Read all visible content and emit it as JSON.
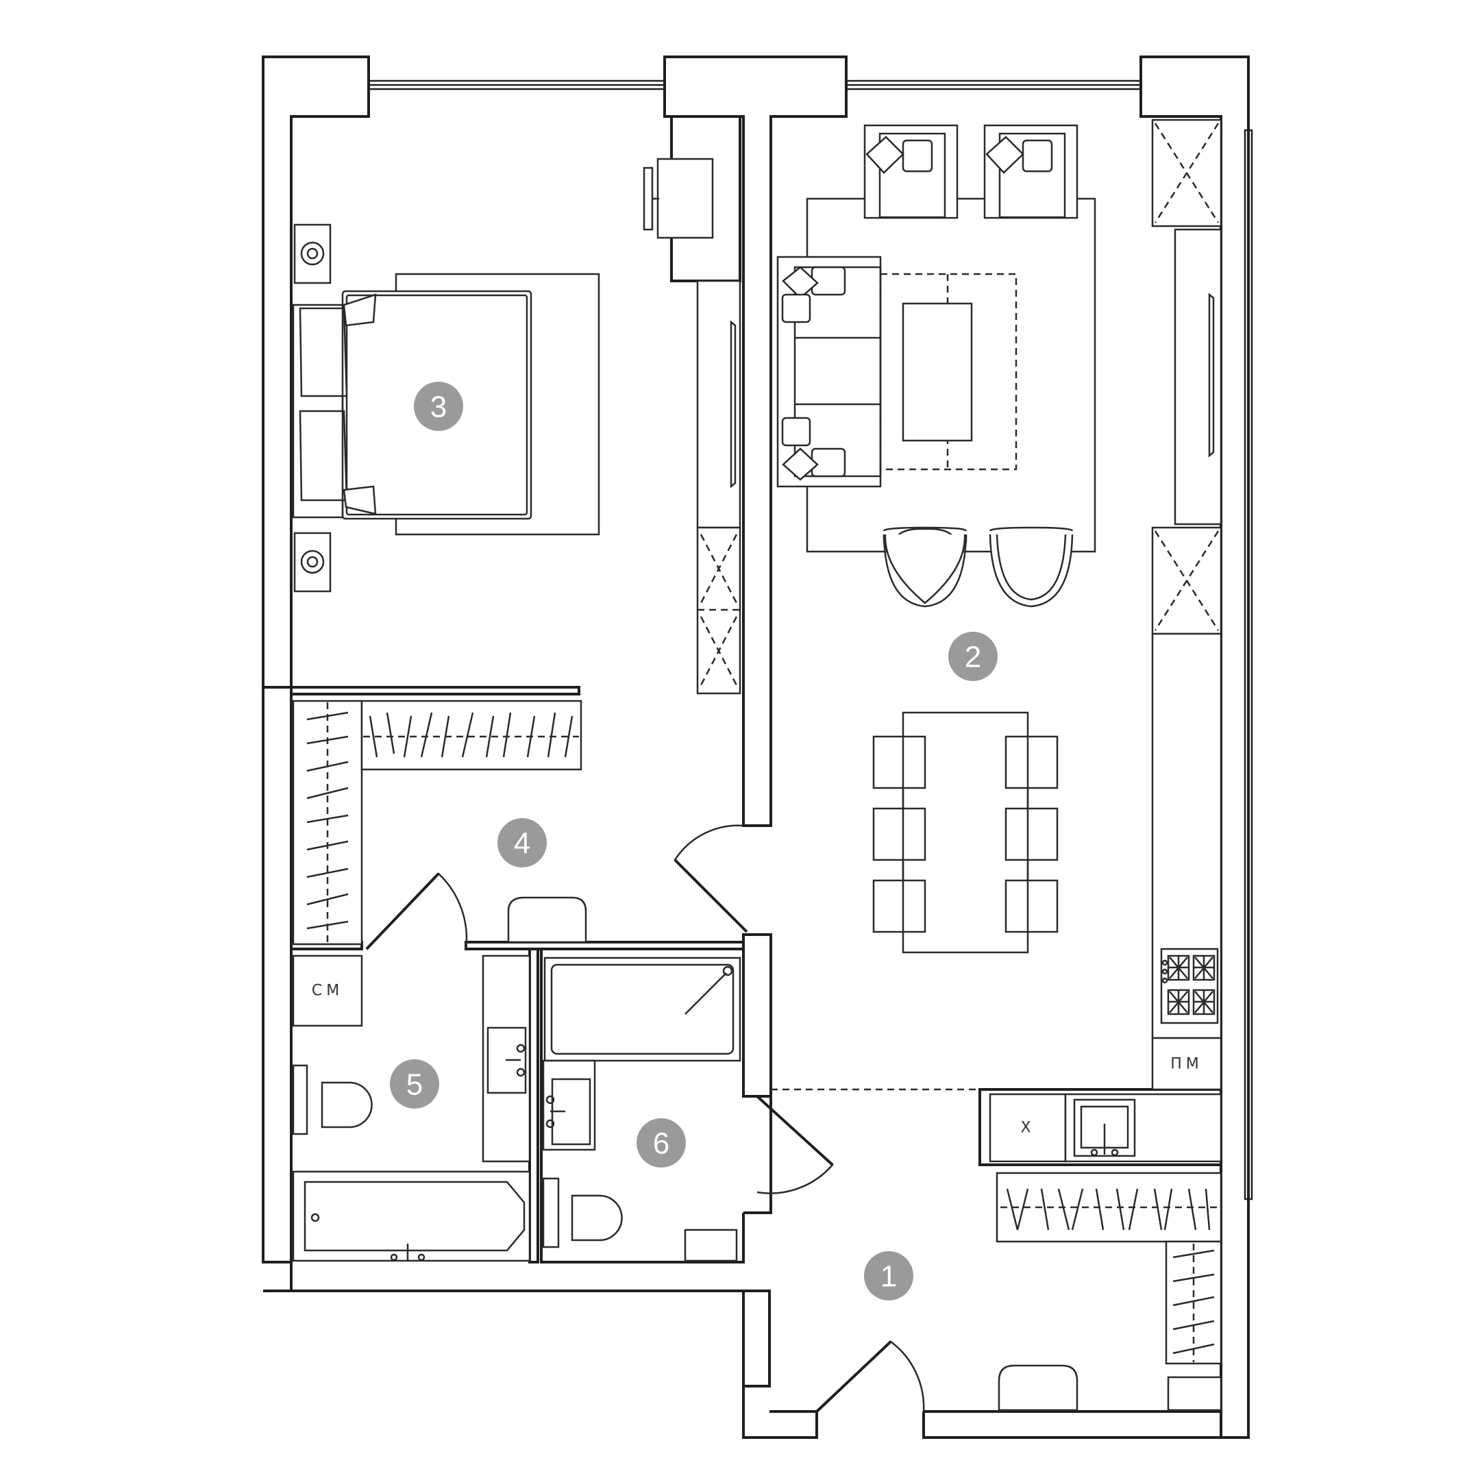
{
  "rooms": [
    {
      "id": "1",
      "label": "1"
    },
    {
      "id": "2",
      "label": "2"
    },
    {
      "id": "3",
      "label": "3"
    },
    {
      "id": "4",
      "label": "4"
    },
    {
      "id": "5",
      "label": "5"
    },
    {
      "id": "6",
      "label": "6"
    }
  ],
  "appliances": {
    "washer": "СМ",
    "dishwasher": "ПМ",
    "fridge": "Х"
  },
  "colors": {
    "wall": "#1f1f1f",
    "badge": "#9a9a9a",
    "badge_text": "#ffffff"
  }
}
